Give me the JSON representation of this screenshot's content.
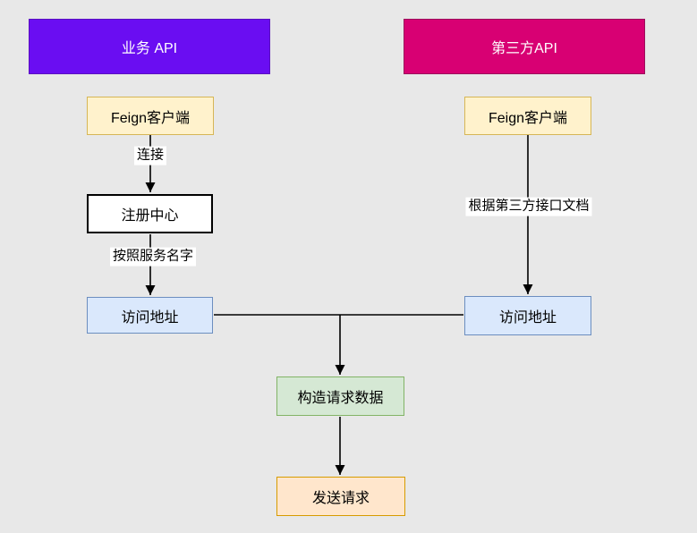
{
  "canvas": {
    "background_color": "#e8e8e8",
    "edge_color": "#000000"
  },
  "banners": {
    "business": {
      "label": "业务 API",
      "fill": "#6a0df2",
      "border": "#5a10c0",
      "text_color": "#ffffff"
    },
    "third_party": {
      "label": "第三方API",
      "fill": "#d80073",
      "border": "#9c0e5c",
      "text_color": "#ffffff"
    }
  },
  "nodes": {
    "feign_client_left": {
      "label": "Feign客户端",
      "fill": "#fff2cc",
      "border": "#d6b656"
    },
    "feign_client_right": {
      "label": "Feign客户端",
      "fill": "#fff2cc",
      "border": "#d6b656"
    },
    "registry_center": {
      "label": "注册中心",
      "fill": "#ffffff",
      "border": "#000000"
    },
    "access_address_left": {
      "label": "访问地址",
      "fill": "#dae8fc",
      "border": "#6c8ebf"
    },
    "access_address_right": {
      "label": "访问地址",
      "fill": "#dae8fc",
      "border": "#6c8ebf"
    },
    "build_request_data": {
      "label": "构造请求数据",
      "fill": "#d5e8d4",
      "border": "#82b366"
    },
    "send_request": {
      "label": "发送请求",
      "fill": "#ffe6cc",
      "border": "#d79b00"
    }
  },
  "edge_labels": {
    "connect": "连接",
    "by_service_name": "按照服务名字",
    "per_third_party_doc": "根据第三方接口文档"
  },
  "edges": [
    {
      "from": "feign_client_left",
      "to": "registry_center",
      "label": "连接"
    },
    {
      "from": "registry_center",
      "to": "access_address_left",
      "label": "按照服务名字"
    },
    {
      "from": "feign_client_right",
      "to": "access_address_right",
      "label": "根据第三方接口文档"
    },
    {
      "from": "access_address_left",
      "to": "access_address_right",
      "label": ""
    },
    {
      "from": "access_address_junction",
      "to": "build_request_data",
      "label": ""
    },
    {
      "from": "build_request_data",
      "to": "send_request",
      "label": ""
    }
  ]
}
